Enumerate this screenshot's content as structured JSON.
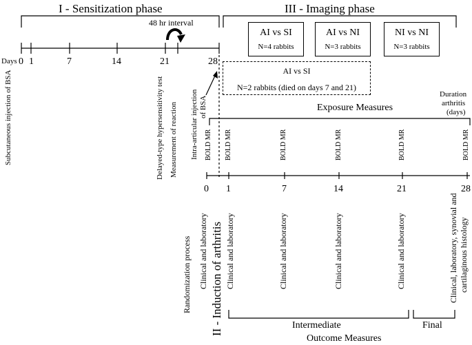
{
  "phases": {
    "sensitization": "I - Sensitization phase",
    "imaging": "III - Imaging phase",
    "induction": "II - Induction of arthritis"
  },
  "interval_label": "48 hr interval",
  "days_label": "Days",
  "top_ticks": [
    "0",
    "1",
    "7",
    "14",
    "21",
    "28"
  ],
  "groups": [
    {
      "title": "AI vs SI",
      "n": "N=4 rabbits"
    },
    {
      "title": "AI vs NI",
      "n": "N=3 rabbits"
    },
    {
      "title": "NI vs NI",
      "n": "N=3 rabbits"
    }
  ],
  "died_group": {
    "title": "AI vs SI",
    "n": "N=2 rabbits (died on days 7 and 21)"
  },
  "events": {
    "subcutaneous": "Subcutaneous injection of BSA",
    "delayed": "Delayed-type hypersensitivity test",
    "measurement": "Measurement of reaction",
    "intra1": "Intra-articular injection",
    "intra2": "of BSA"
  },
  "exposure_label": "Exposure Measures",
  "duration_label": [
    "Duration",
    "arthritis",
    "(days)"
  ],
  "bold_mr": "BOLD MR",
  "bottom_ticks": [
    "0",
    "1",
    "7",
    "14",
    "21",
    "28"
  ],
  "randomization": "Randomization process",
  "clinical_lab": "Clinical and laboratory",
  "final_outcome": [
    "Clinical, laboratory, synovial and",
    "cartilaginous histology"
  ],
  "intermediate_label": "Intermediate",
  "final_label": "Final",
  "outcome_label": "Outcome Measures"
}
